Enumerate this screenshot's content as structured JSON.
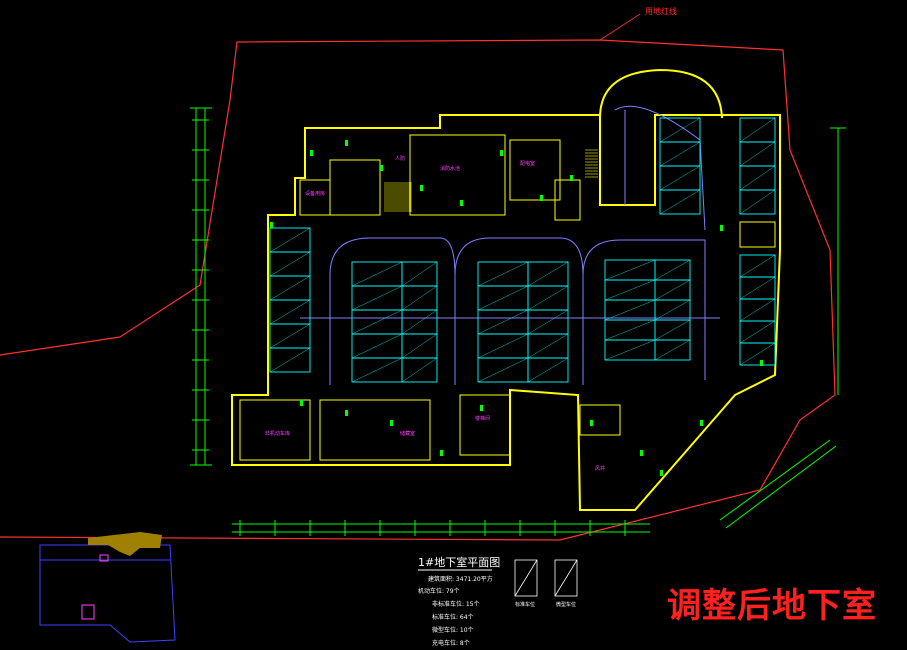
{
  "drawing": {
    "caption": "调整后地下室",
    "redline_label": "用地红线",
    "plan_title": "1#地下室平面图",
    "stats": [
      "建筑面积: 3471.20平方",
      "机动车位: 79个",
      "非标准车位: 15个",
      "标准车位: 64个",
      "微型车位: 10个",
      "充电车位: 8个"
    ],
    "legend": [
      "标准车位",
      "微型车位"
    ],
    "room_labels": [
      "设备用房",
      "消防水池",
      "配电室",
      "人防",
      "非机动车库",
      "储藏室",
      "楼梯间",
      "风井"
    ],
    "colors": {
      "background": "#000000",
      "building_outline": "#ffff00",
      "parking_stalls": "#00ffff",
      "drive_aisle": "#8080ff",
      "redline": "#ff3030",
      "dimensions": "#00ff00",
      "caption": "#ff2020",
      "ramp": "#ffff00"
    }
  }
}
